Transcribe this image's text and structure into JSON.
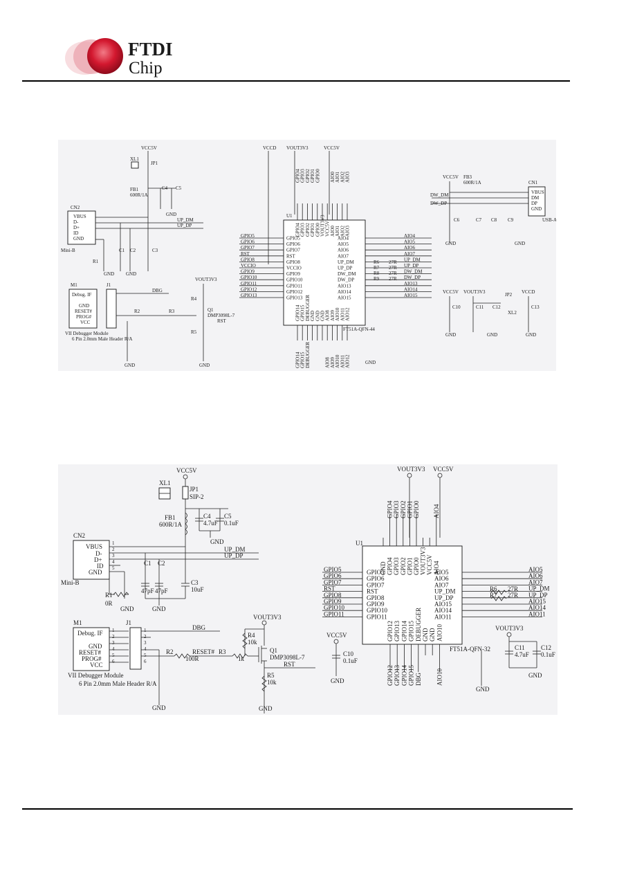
{
  "header": {
    "brand_top": "FTDI",
    "brand_bottom": "Chip",
    "brand_color": "#c8102e"
  },
  "sch1": {
    "nets": {
      "vcc5v": "VCC5V",
      "vout3v3": "VOUT3V3",
      "vccd": "VCCD",
      "gnd": "GND",
      "up_dm": "UP_DM",
      "up_dp": "UP_DP",
      "dw_dm": "DW_DM",
      "dw_dp": "DW_DP",
      "dbg": "DBG",
      "rst": "RST"
    },
    "cn2": {
      "ref": "CN2",
      "pins": [
        "VBUS",
        "D-",
        "D+",
        "ID",
        "GND"
      ],
      "name": "Mini-B"
    },
    "cn1": {
      "ref": "CN1",
      "pins": [
        "VBUS",
        "DM",
        "DP",
        "GND"
      ],
      "name": "USB-A"
    },
    "m1": {
      "ref": "M1",
      "title": "Debug. IF",
      "pins": [
        "GND",
        "RESET#",
        "PROG#",
        "VCC"
      ],
      "caption1": "VII Debugger Module",
      "caption2": "6 Pin 2.0mm Male Header R/A"
    },
    "j1": {
      "ref": "J1"
    },
    "u1": {
      "ref": "U1",
      "part": "FT51A-QFN-44",
      "left": [
        "GPIO5",
        "GPIO6",
        "GPIO7",
        "RST",
        "GPIO8",
        "VCCIO",
        "GPIO9",
        "GPIO10",
        "GPIO11",
        "GPIO12",
        "GPIO13"
      ],
      "right": [
        "AIO4",
        "AIO5",
        "AIO6",
        "AIO7",
        "UP_DM",
        "UP_DP",
        "DW_DM",
        "DW_DP",
        "AIO13",
        "AIO14",
        "AIO15"
      ],
      "top": [
        "GPIO4",
        "GPIO3",
        "GPIO2",
        "GPIO1",
        "GPIO0",
        "VOUT3V3",
        "VCC5V",
        "AIO0",
        "AIO1",
        "AIO2",
        "AIO3"
      ],
      "bottom": [
        "GPIO14",
        "GPIO15",
        "DEBUGGER",
        "GND",
        "GND",
        "GND",
        "AIO8",
        "AIO9",
        "AIO10",
        "AIO11",
        "AIO12"
      ]
    },
    "resistors": {
      "r6": "R6",
      "r7": "R7",
      "r8": "R8",
      "r9": "R9",
      "r27": "27R"
    },
    "parts": {
      "fb1": "FB1",
      "fb1v": "600R/1A",
      "fb3": "FB3",
      "c1": "C1",
      "c2": "C2",
      "c3": "C3",
      "c4": "C4",
      "c5": "C5",
      "c6": "C6",
      "c7": "C7",
      "c8": "C8",
      "c9": "C9",
      "c10": "C10",
      "c11": "C11",
      "c12": "C12",
      "c13": "C13",
      "jp1": "JP1",
      "jp2": "JP2",
      "xl1": "XL1",
      "xl2": "XL2",
      "r1": "R1",
      "r2": "R2",
      "r3": "R3",
      "r4": "R4",
      "r5": "R5",
      "q1": "Q1",
      "q1v": "DMP3098L-7"
    }
  },
  "sch2": {
    "nets": {
      "vcc5v": "VCC5V",
      "vout3v3": "VOUT3V3",
      "gnd": "GND",
      "up_dm": "UP_DM",
      "up_dp": "UP_DP",
      "dbg": "DBG",
      "rst": "RST",
      "reset": "RESET#"
    },
    "xl1": "XL1",
    "jp1": {
      "ref": "JP1",
      "value": "SIP-2"
    },
    "fb1": {
      "ref": "FB1",
      "value": "600R/1A"
    },
    "c4": {
      "ref": "C4",
      "value": "4.7uF"
    },
    "c5": {
      "ref": "C5",
      "value": "0.1uF"
    },
    "c1": {
      "ref": "C1",
      "value": "47pF"
    },
    "c2": {
      "ref": "C2",
      "value": "47pF"
    },
    "c3": {
      "ref": "C3",
      "value": "10uF"
    },
    "c10": {
      "ref": "C10",
      "value": "0.1uF"
    },
    "c11": {
      "ref": "C11",
      "value": "4.7uF"
    },
    "c12": {
      "ref": "C12",
      "value": "0.1uF"
    },
    "r1": {
      "ref": "R1",
      "value": "0R"
    },
    "r2": {
      "ref": "R2",
      "value": "100R"
    },
    "r3": {
      "ref": "R3",
      "value": "1k"
    },
    "r4": {
      "ref": "R4",
      "value": "10k"
    },
    "r5": {
      "ref": "R5",
      "value": "10k"
    },
    "r6": {
      "ref": "R6",
      "value": "27R"
    },
    "r7": {
      "ref": "R7",
      "value": "27R"
    },
    "q1": {
      "ref": "Q1",
      "value": "DMP3098L-7"
    },
    "cn2": {
      "ref": "CN2",
      "pins": [
        "VBUS",
        "D-",
        "D+",
        "ID",
        "GND"
      ],
      "name": "Mini-B",
      "nums": [
        "1",
        "2",
        "3",
        "4",
        "5"
      ]
    },
    "m1": {
      "ref": "M1",
      "title": "Debug. IF",
      "pins": [
        "GND",
        "RESET#",
        "PROG#",
        "VCC"
      ],
      "nums": [
        "1",
        "2",
        "3",
        "4",
        "5",
        "6"
      ],
      "caption1": "VII Debugger Module",
      "caption2": "6 Pin 2.0mm Male Header R/A"
    },
    "j1": {
      "ref": "J1",
      "nums": [
        "1",
        "2",
        "3",
        "4",
        "5",
        "6"
      ]
    },
    "u1": {
      "ref": "U1",
      "part": "FT51A-QFN-32",
      "left": [
        "GPIO5",
        "GPIO6",
        "GPIO7",
        "RST",
        "GPIO8",
        "GPIO9",
        "GPIO10",
        "GPIO11"
      ],
      "left_nets": [
        "GPIO5",
        "GPIO6",
        "GPIO7",
        "RST",
        "GPIO8",
        "GPIO9",
        "GPIO10",
        "GPIO11"
      ],
      "right": [
        "AIO5",
        "AIO6",
        "AIO7",
        "UP_DM",
        "UP_DP",
        "AIO15",
        "AIO14",
        "AIO11"
      ],
      "right_nets": [
        "AIO5",
        "AIO6",
        "AIO7",
        "UP_DM",
        "UP_DP",
        "AIO15",
        "AIO14",
        "AIO11"
      ],
      "top": [
        "GND",
        "GPIO4",
        "GPIO3",
        "GPIO2",
        "GPIO1",
        "GPIO0",
        "VOUT3V3",
        "VCC5V",
        "AIO4"
      ],
      "top_nets": [
        "GPIO4",
        "GPIO3",
        "GPIO2",
        "GPIO1",
        "GPIO0",
        "AIO4"
      ],
      "bottom": [
        "GPIO12",
        "GPIO13",
        "GPIO14",
        "GPIO15",
        "DEBUGGER",
        "GND",
        "GND",
        "AIO10"
      ],
      "bottom_nets": [
        "GPIO12",
        "GPIO13",
        "GPIO14",
        "GPIO15",
        "DBG",
        "AIO10"
      ]
    }
  }
}
